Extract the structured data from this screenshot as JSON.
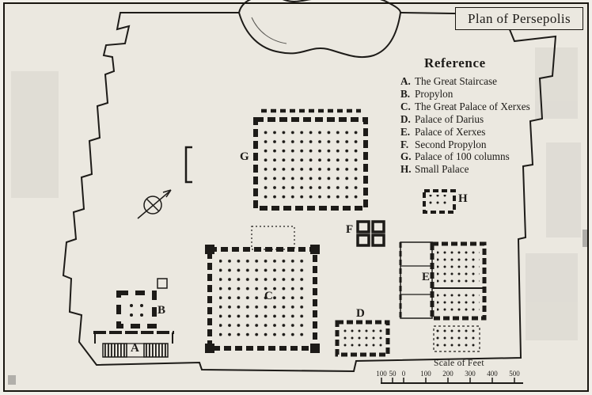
{
  "title": "Plan of Persepolis",
  "reference": {
    "heading": "Reference",
    "items": [
      {
        "letter": "A.",
        "label": "The Great Staircase"
      },
      {
        "letter": "B.",
        "label": "Propylon"
      },
      {
        "letter": "C.",
        "label": "The Great Palace of Xerxes"
      },
      {
        "letter": "D.",
        "label": "Palace of Darius"
      },
      {
        "letter": "E.",
        "label": "Palace of Xerxes"
      },
      {
        "letter": "F.",
        "label": "Second Propylon"
      },
      {
        "letter": "G.",
        "label": "Palace of 100 columns"
      },
      {
        "letter": "H.",
        "label": "Small Palace"
      }
    ]
  },
  "map_letters": {
    "a": "A",
    "b": "B",
    "c": "C",
    "d": "D",
    "e": "E",
    "f": "F",
    "g": "G",
    "h": "H"
  },
  "scale": {
    "caption": "Scale of Feet",
    "labels": [
      "100",
      "50",
      "0",
      "100",
      "200",
      "300",
      "400",
      "500"
    ]
  },
  "colors": {
    "ink": "#1d1b18",
    "paper": "#ebe8e0"
  },
  "icons": {
    "north_arrow": "north-arrow-icon"
  }
}
